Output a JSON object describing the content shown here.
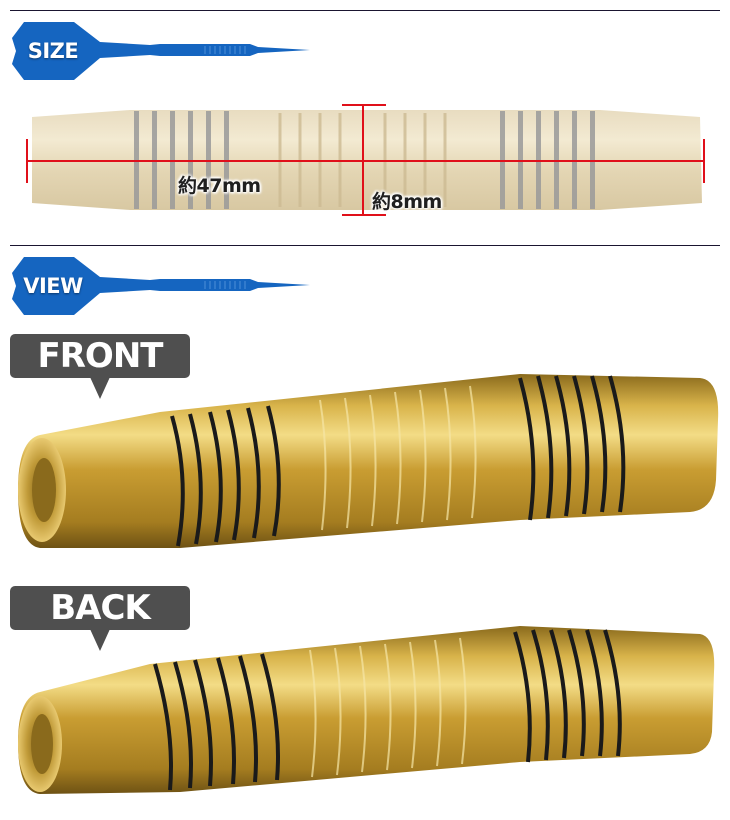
{
  "sections": {
    "size": {
      "label": "SIZE",
      "length_label": "約47mm",
      "diameter_label": "約8mm"
    },
    "view": {
      "label": "VIEW",
      "front_label": "FRONT",
      "back_label": "BACK"
    }
  },
  "colors": {
    "dart_blue": "#1565c0",
    "measure_red": "#e0101a",
    "bubble_gray": "#4f4f4f",
    "divider": "#1a1530",
    "brass": "#c9a13a",
    "ring_black": "#1a1a1a"
  },
  "icons": {
    "size_header": "dart-icon",
    "view_header": "dart-icon"
  }
}
